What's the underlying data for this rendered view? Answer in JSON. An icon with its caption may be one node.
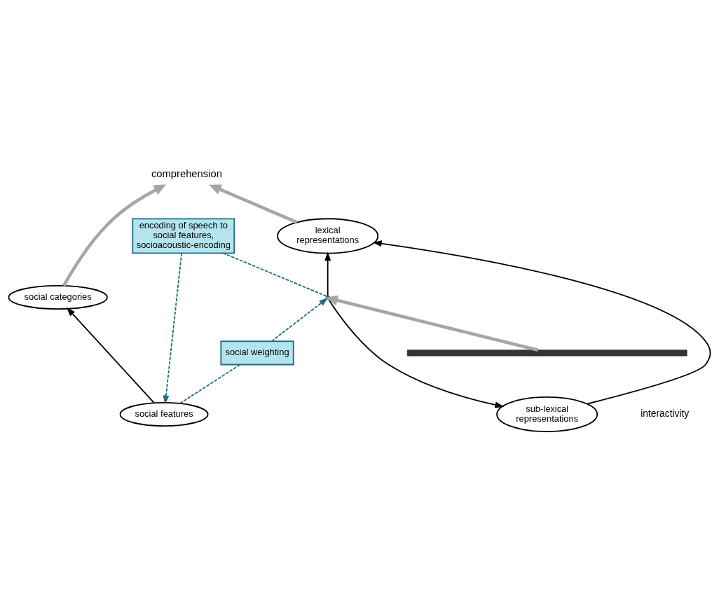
{
  "diagram": {
    "nodes": [
      {
        "text": [
          "comprehension"
        ]
      },
      {
        "text": [
          "social categories"
        ]
      },
      {
        "text": [
          "lexical representations"
        ]
      },
      {
        "text": [
          "social features"
        ]
      },
      {
        "text": [
          "sub-lexical representations"
        ]
      },
      {
        "text": [
          "social weighting"
        ]
      },
      {
        "text": [
          "encoding of speech to social features, socioacoustic-encoding"
        ]
      },
      {
        "text": [],
        "shape": "point"
      },
      {
        "text": [],
        "shape": "waveform"
      }
    ],
    "edges": [
      {
        "from": 1,
        "to": 0,
        "arrow": "to",
        "style": "thick",
        "color": "#a6a6a6"
      },
      {
        "from": 2,
        "to": 0,
        "arrow": "to",
        "style": "thick",
        "color": "#a6a6a6"
      },
      {
        "from": 3,
        "to": 1,
        "arrow": "to"
      },
      {
        "from": 7,
        "to": 2,
        "arrow": "to"
      },
      {
        "from": 4,
        "to": 2,
        "arrow": "to"
      },
      {
        "from": 7,
        "to": 4,
        "arrow": "to"
      },
      {
        "from": 3,
        "to": 5,
        "arrow": "none",
        "style": "dashed",
        "color": "#1f6f80"
      },
      {
        "from": 5,
        "to": 7,
        "arrow": "to",
        "style": "dashed",
        "color": "#1f6f80"
      },
      {
        "from": 7,
        "to": 6,
        "arrow": "none",
        "style": "dashed",
        "color": "#1f6f80"
      },
      {
        "from": 6,
        "to": 3,
        "arrow": "to",
        "style": "dashed",
        "color": "#1f6f80"
      },
      {
        "from": 8,
        "to": 7,
        "arrow": "to",
        "style": "thick",
        "color": "#a6a6a6"
      }
    ],
    "labels": [
      "interactivity"
    ]
  }
}
